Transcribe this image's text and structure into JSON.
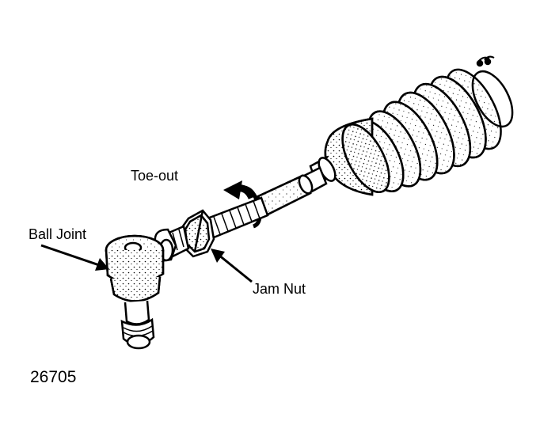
{
  "diagram": {
    "labels": {
      "toe_out": "Toe-out",
      "ball_joint": "Ball Joint",
      "jam_nut": "Jam Nut"
    },
    "figure_number": "26705",
    "colors": {
      "ink": "#000000",
      "paper": "#ffffff"
    },
    "part_icons": [
      "tie-rod-end",
      "ball-joint",
      "jam-nut",
      "adjuster-sleeve",
      "inner-tie-rod",
      "rack-boot"
    ]
  }
}
